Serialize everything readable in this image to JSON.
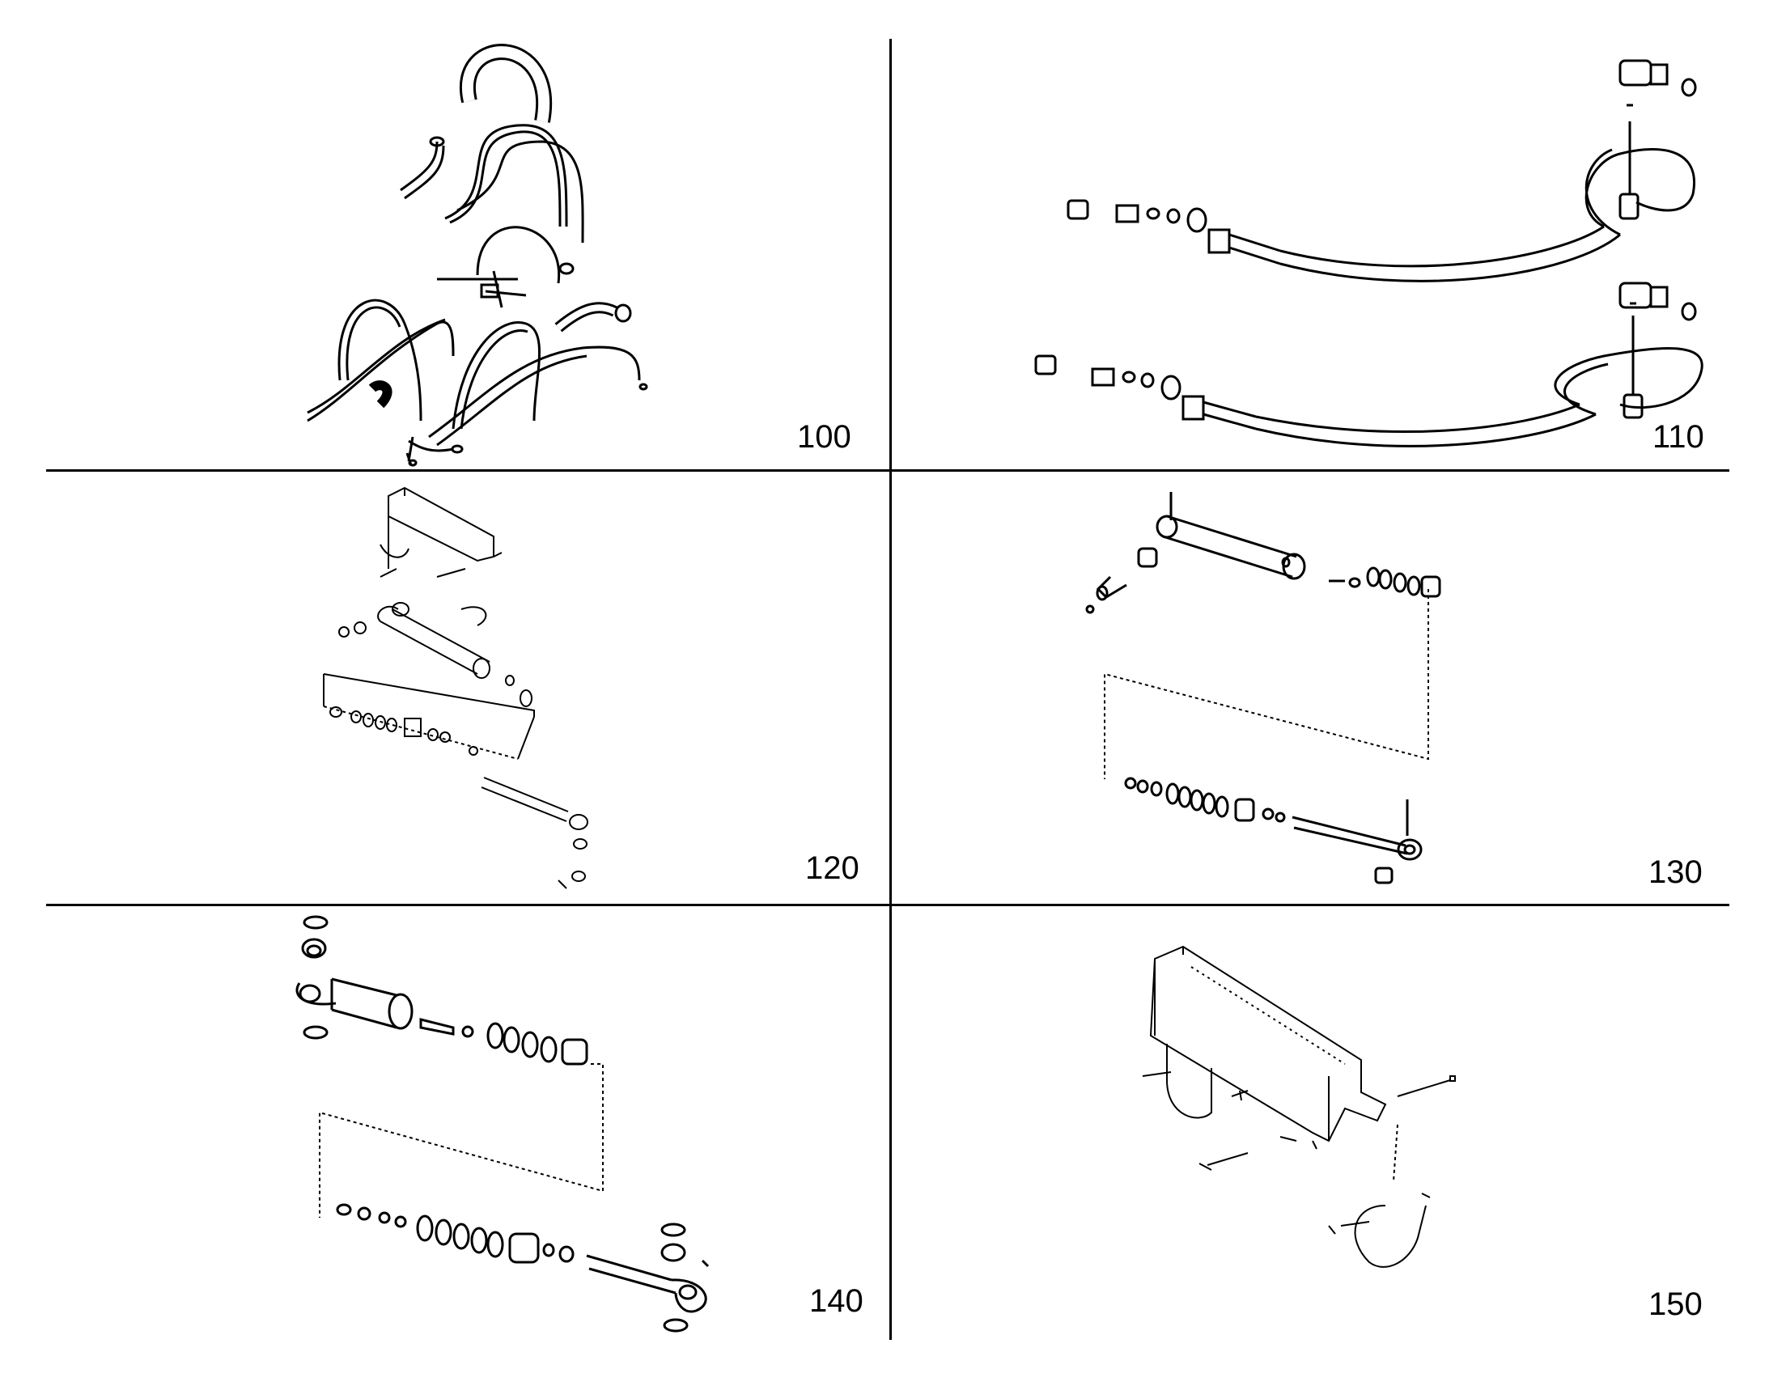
{
  "panels": [
    {
      "id": "p100",
      "number": "100"
    },
    {
      "id": "p110",
      "number": "110"
    },
    {
      "id": "p120",
      "number": "120"
    },
    {
      "id": "p130",
      "number": "130"
    },
    {
      "id": "p140",
      "number": "140"
    },
    {
      "id": "p150",
      "number": "150"
    }
  ],
  "colors": {
    "line": "#000000",
    "background": "#ffffff"
  }
}
